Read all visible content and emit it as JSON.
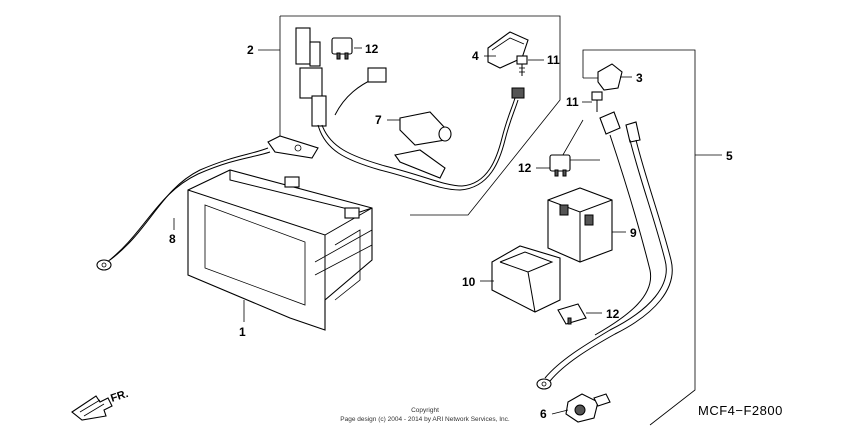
{
  "labels": {
    "l1": "1",
    "l2": "2",
    "l3": "3",
    "l4": "4",
    "l5": "5",
    "l6": "6",
    "l7": "7",
    "l8": "8",
    "l9": "9",
    "l10": "10",
    "l11a": "11",
    "l11b": "11",
    "l12a": "12",
    "l12b": "12",
    "l12c": "12"
  },
  "diagram_code": "MCF4−F2800",
  "copyright": {
    "line1": "Copyright",
    "line2": "Page design (c) 2004 - 2014 by ARI Network Services, Inc."
  },
  "front_marker": "FR."
}
